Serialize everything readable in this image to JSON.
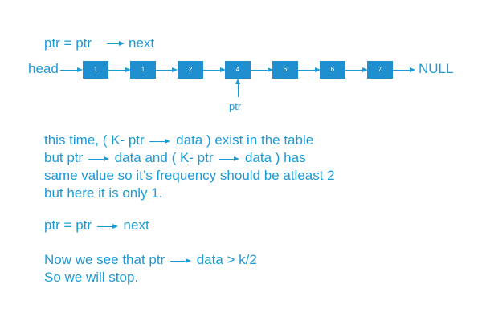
{
  "header_line": {
    "left": "ptr = ptr",
    "right": "next"
  },
  "list": {
    "head_label": "head",
    "tail_label": "NULL",
    "nodes": [
      "1",
      "1",
      "2",
      "4",
      "6",
      "6",
      "7"
    ],
    "pointer_label": "ptr",
    "pointer_node": "4"
  },
  "explanation": {
    "line1": {
      "a": "this time,  ( K- ptr",
      "b": "data )  exist in the table"
    },
    "line2": {
      "a": "but ptr",
      "b": "data  and  ( K- ptr",
      "c": "data )  has"
    },
    "line3": "same value so it’s frequency should be atleast 2",
    "line4": "but here it is only 1."
  },
  "step_line": {
    "left": "ptr = ptr",
    "right": "next"
  },
  "conclusion": {
    "line1": {
      "a": "Now we see that ptr",
      "b": "data  >  k/2"
    },
    "line2": "So we will stop."
  },
  "colors": {
    "accent": "#1c9ad6",
    "node_fill": "#1f8fcf",
    "node_text": "#ffffff"
  }
}
